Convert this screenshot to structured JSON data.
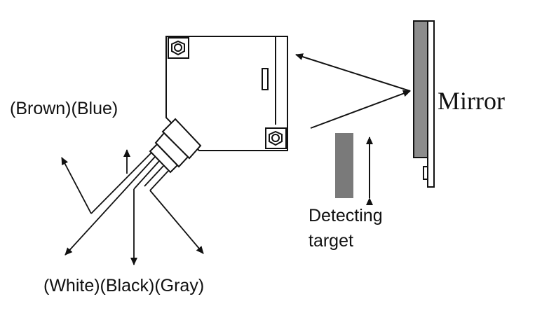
{
  "labels": {
    "top_wires": "(Brown)(Blue)",
    "bottom_wires": "(White)(Black)(Gray)",
    "target_line1": "Detecting",
    "target_line2": "target",
    "mirror": "Mirror"
  },
  "colors": {
    "stroke": "#111111",
    "mirror_fill": "#8c8c8c",
    "target_fill": "#7a7a7a",
    "background": "#ffffff"
  },
  "icons": [
    "nut-icon",
    "arrow-icon"
  ]
}
